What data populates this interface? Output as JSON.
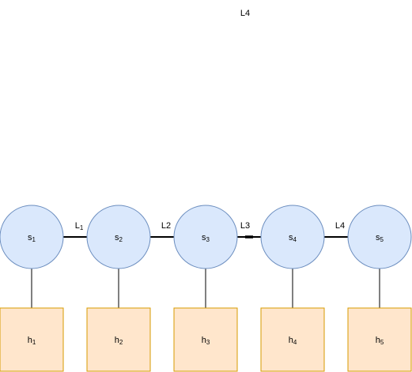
{
  "floating_label": {
    "base": "L",
    "sub": "4"
  },
  "switches": [
    {
      "base": "s",
      "sub": "1"
    },
    {
      "base": "s",
      "sub": "2"
    },
    {
      "base": "s",
      "sub": "3"
    },
    {
      "base": "s",
      "sub": "4"
    },
    {
      "base": "s",
      "sub": "5"
    }
  ],
  "hosts": [
    {
      "base": "h",
      "sub": "1"
    },
    {
      "base": "h",
      "sub": "2"
    },
    {
      "base": "h",
      "sub": "3"
    },
    {
      "base": "h",
      "sub": "4"
    },
    {
      "base": "h",
      "sub": "5"
    }
  ],
  "links": [
    {
      "base": "L",
      "sub": "1",
      "subscripted": true
    },
    {
      "base": "L",
      "sub": "2",
      "subscripted": false
    },
    {
      "base": "L",
      "sub": "3",
      "subscripted": false
    },
    {
      "base": "L",
      "sub": "4",
      "subscripted": false
    }
  ],
  "colors": {
    "switch_fill": "#dae8fc",
    "switch_stroke": "#6c8ebf",
    "host_fill": "#ffe6cc",
    "host_stroke": "#d79b00",
    "line": "#000000"
  }
}
